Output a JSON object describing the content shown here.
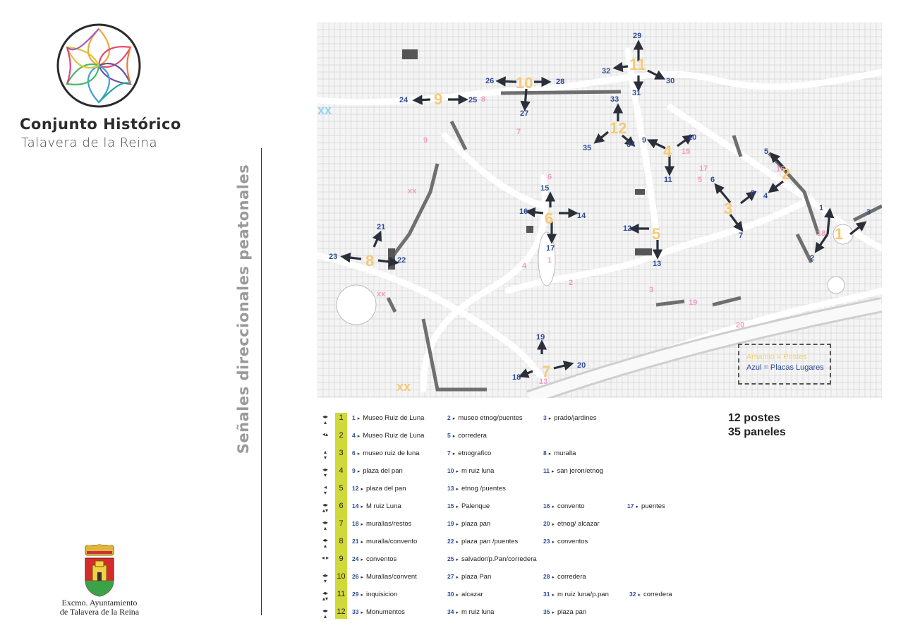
{
  "brand": {
    "title": "Conjunto Histórico",
    "subtitle": "Talavera de la Reina"
  },
  "vertical_title": "Señales direccionales peatonales",
  "ayuntamiento": {
    "line1": "Excmo. Ayuntamiento",
    "line2": "de Talavera de la Reina"
  },
  "legend": {
    "yellow": "Amarillo = Postes",
    "blue": "Azul = Placas Lugares"
  },
  "totals": {
    "postes": "12 postes",
    "paneles": "35 paneles"
  },
  "colors": {
    "post_yellow": "#f6c978",
    "panel_blue": "#2d4a9a",
    "pink": "#f29ac0",
    "cyan": "#8fd3f2",
    "table_yellow": "#cfda3a"
  },
  "map": {
    "posts": [
      "1",
      "2",
      "3",
      "4",
      "5",
      "6",
      "7",
      "8",
      "9",
      "10",
      "11",
      "12"
    ],
    "panels": [
      "1",
      "2",
      "3",
      "4",
      "5",
      "6",
      "7",
      "8",
      "9",
      "10",
      "11",
      "12",
      "13",
      "14",
      "15",
      "16",
      "17",
      "18",
      "19",
      "20",
      "21",
      "22",
      "23",
      "24",
      "25",
      "26",
      "27",
      "28",
      "29",
      "30",
      "31",
      "32",
      "33",
      "34",
      "35"
    ],
    "pink_labels": [
      "1",
      "2",
      "3",
      "4",
      "5",
      "6",
      "7",
      "8",
      "9",
      "13",
      "14",
      "15",
      "16",
      "17",
      "18",
      "19",
      "20",
      "xx",
      "xx",
      "xx"
    ],
    "cyan_label": "xx"
  },
  "table": [
    {
      "post": "1",
      "entries": [
        {
          "n": "1",
          "text": "Museo Ruiz de Luna"
        },
        {
          "n": "2",
          "text": "museo etnog/puentes"
        },
        {
          "n": "3",
          "text": "prado/jardines"
        }
      ]
    },
    {
      "post": "2",
      "entries": [
        {
          "n": "4",
          "text": "Museo Ruiz de Luna"
        },
        {
          "n": "5",
          "text": "corredera"
        }
      ]
    },
    {
      "post": "3",
      "entries": [
        {
          "n": "6",
          "text": "museo  ruiz de luna"
        },
        {
          "n": "7",
          "text": "etnografico"
        },
        {
          "n": "8",
          "text": "muralla"
        }
      ]
    },
    {
      "post": "4",
      "entries": [
        {
          "n": "9",
          "text": "plaza del pan"
        },
        {
          "n": "10",
          "text": "m ruiz luna"
        },
        {
          "n": "11",
          "text": "san jeron/etnog"
        }
      ]
    },
    {
      "post": "5",
      "entries": [
        {
          "n": "12",
          "text": "plaza del pan"
        },
        {
          "n": "13",
          "text": "etnog /puentes"
        }
      ]
    },
    {
      "post": "6",
      "entries": [
        {
          "n": "14",
          "text": "M ruiz Luna"
        },
        {
          "n": "15",
          "text": "Palenque"
        },
        {
          "n": "16",
          "text": "convento"
        },
        {
          "n": "17",
          "text": "puentes"
        }
      ]
    },
    {
      "post": "7",
      "entries": [
        {
          "n": "18",
          "text": "murallas/restos"
        },
        {
          "n": "19",
          "text": "plaza pan"
        },
        {
          "n": "20",
          "text": "etnog/ alcazar"
        }
      ]
    },
    {
      "post": "8",
      "entries": [
        {
          "n": "21",
          "text": "muralla/convento"
        },
        {
          "n": "22",
          "text": "plaza pan /puentes"
        },
        {
          "n": "23",
          "text": "conventos"
        }
      ]
    },
    {
      "post": "9",
      "entries": [
        {
          "n": "24",
          "text": "conventos"
        },
        {
          "n": "25",
          "text": "salvador/p.Pan/corredera"
        }
      ]
    },
    {
      "post": "10",
      "entries": [
        {
          "n": "26",
          "text": "Murallas/convent"
        },
        {
          "n": "27",
          "text": "plaza Pan"
        },
        {
          "n": "28",
          "text": "corredera"
        }
      ]
    },
    {
      "post": "11",
      "entries": [
        {
          "n": "29",
          "text": "inquisicion"
        },
        {
          "n": "30",
          "text": "alcazar"
        },
        {
          "n": "31",
          "text": "m ruiz luna/p.pan"
        },
        {
          "n": "32",
          "text": "corredera"
        }
      ]
    },
    {
      "post": "12",
      "entries": [
        {
          "n": "33",
          "text": "Monumentos"
        },
        {
          "n": "34",
          "text": "m ruiz luna"
        },
        {
          "n": "35",
          "text": "plaza pan"
        }
      ]
    }
  ]
}
